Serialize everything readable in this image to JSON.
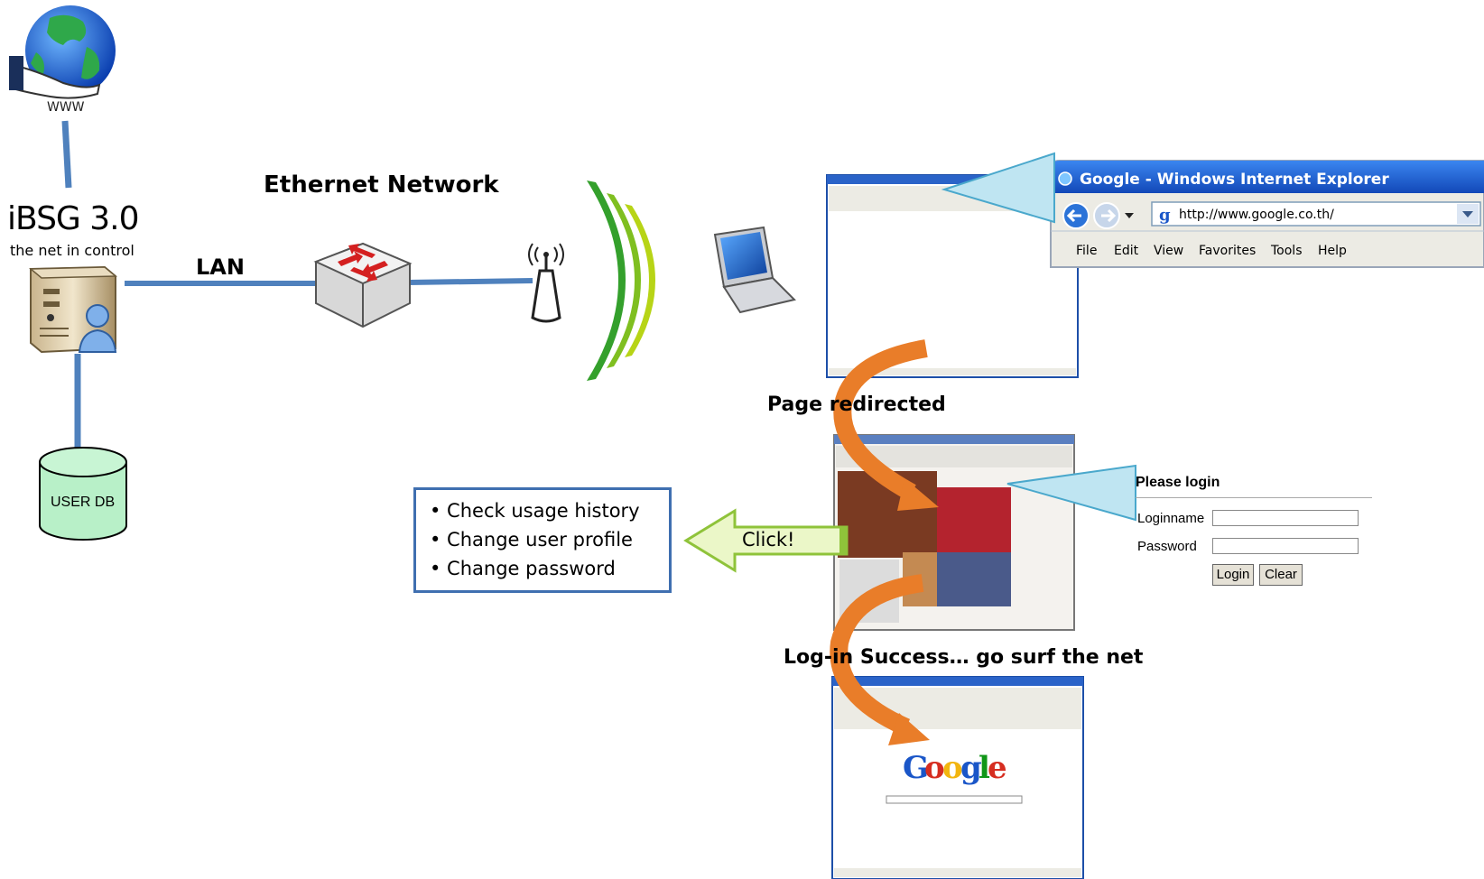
{
  "labels": {
    "ethernet": "Ethernet Network",
    "lan": "LAN",
    "redirected": "Page redirected",
    "success": "Log-in Success… go surf the net"
  },
  "logo": {
    "name": "iBSG 3.0",
    "tagline": "the net in control"
  },
  "globe": {
    "caption": "WWW"
  },
  "database": {
    "label": "USER DB"
  },
  "browser": {
    "title": "Google - Windows Internet Explorer",
    "url": "http://www.google.co.th/",
    "menu": [
      "File",
      "Edit",
      "View",
      "Favorites",
      "Tools",
      "Help"
    ]
  },
  "login_form": {
    "title": "Please login",
    "loginname_label": "Loginname",
    "password_label": "Password",
    "login_button": "Login",
    "clear_button": "Clear"
  },
  "user_menu": {
    "items": [
      "• Check usage history",
      "• Change user profile",
      "• Change password"
    ]
  },
  "click_arrow": {
    "label": "Click!"
  },
  "colors": {
    "link_line": "#4f81bd",
    "arrow_orange": "#e97d29",
    "callout_blue": "#bfe5f2",
    "click_green": "#ebf7c8",
    "db_green": "#b8f0c8",
    "ie_blue": "#1c5fd0"
  }
}
